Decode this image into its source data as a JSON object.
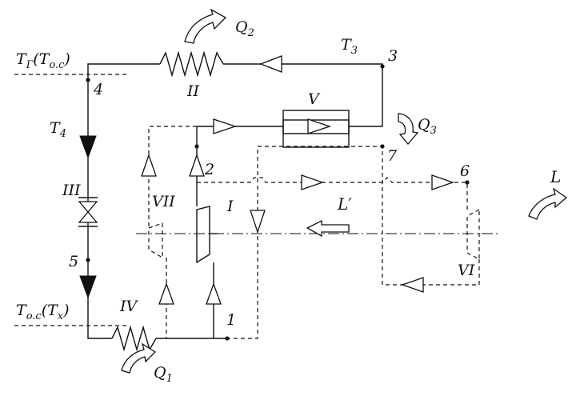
{
  "labels": {
    "q2": "Q",
    "q2_sub": "2",
    "t3": "T",
    "t3_sub": "3",
    "node3": "3",
    "tg": "T",
    "tg_sub": "Г",
    "tg_paren": "(T",
    "tg_paren_sub": "o.c",
    "tg_close": ")",
    "node4": "4",
    "exch2": "II",
    "exch5": "V",
    "q3": "Q",
    "q3_sub": "3",
    "t4": "T",
    "t4_sub": "4",
    "node7": "7",
    "node2": "2",
    "node6": "6",
    "l_out": "L",
    "valve3": "III",
    "vii": "VII",
    "comp1": "I",
    "l_prime": "L′",
    "node5": "5",
    "vi": "VI",
    "toc": "T",
    "toc_sub": "o.c",
    "toc_paren": "(T",
    "toc_paren_sub": "x",
    "toc_close": ")",
    "exch4": "IV",
    "node1": "1",
    "q1": "Q",
    "q1_sub": "1"
  }
}
